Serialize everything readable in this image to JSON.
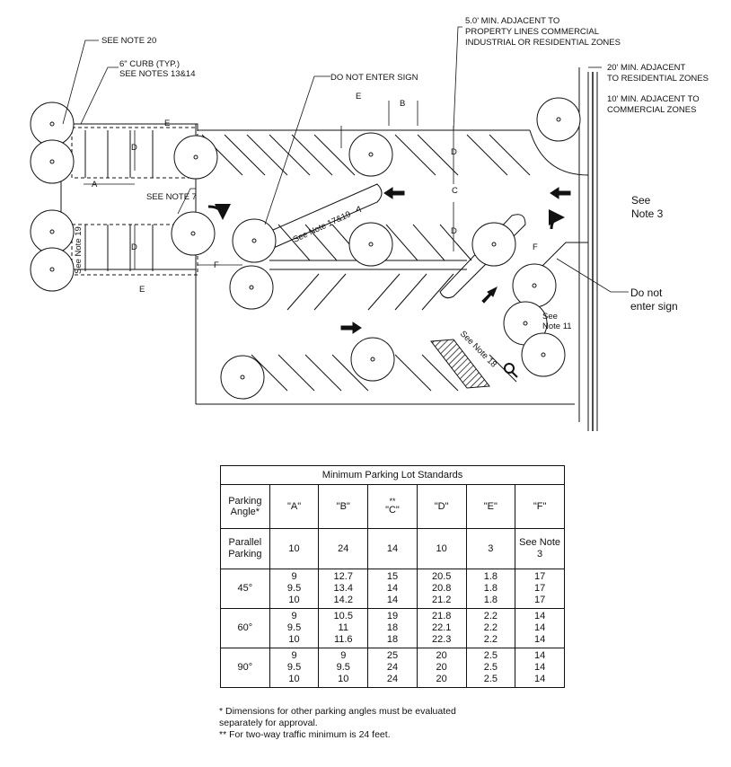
{
  "diagram": {
    "labels": {
      "see_note_20": "SEE NOTE 20",
      "curb_1": "6\" CURB (TYP.)",
      "curb_2": "SEE NOTES 13&14",
      "do_not_enter_sign_top": "DO NOT ENTER SIGN",
      "min_5_1": "5.0' MIN. ADJACENT TO",
      "min_5_2": "PROPERTY LINES COMMERCIAL",
      "min_5_3": "INDUSTRIAL OR RESIDENTIAL ZONES",
      "min_20_1": "20' MIN. ADJACENT",
      "min_20_2": "TO RESIDENTIAL ZONES",
      "min_10_1": "10' MIN. ADJACENT TO",
      "min_10_2": "COMMERCIAL ZONES",
      "see_note_3_a": "See",
      "see_note_3_b": "Note 3",
      "see_note_7": "SEE NOTE 7",
      "see_note_19": "See Note 19",
      "see_note_17_19": "See Note 17&19",
      "see_note_18": "See Note 18",
      "see_note_11_a": "See",
      "see_note_11_b": "Note 11",
      "do_not_enter_sign_right_1": "Do not",
      "do_not_enter_sign_right_2": "enter sign"
    },
    "dims": {
      "a": "A",
      "b": "B",
      "c": "C",
      "d": "D",
      "e": "E",
      "f": "F"
    }
  },
  "table": {
    "caption": "Minimum Parking Lot Standards",
    "header": {
      "angle": "Parking Angle*",
      "a": "\"A\"",
      "b": "\"B\"",
      "c_mark": "**",
      "c": "\"C\"",
      "d": "\"D\"",
      "e": "\"E\"",
      "f": "\"F\""
    },
    "rows": [
      {
        "angle": "Parallel Parking",
        "a": "10",
        "b": "24",
        "c": "14",
        "d": "10",
        "e": "3",
        "f": "See Note 3"
      },
      {
        "angle": "45°",
        "a": "9\n9.5\n10",
        "b": "12.7\n13.4\n14.2",
        "c": "15\n14\n14",
        "d": "20.5\n20.8\n21.2",
        "e": "1.8\n1.8\n1.8",
        "f": "17\n17\n17"
      },
      {
        "angle": "60°",
        "a": "9\n9.5\n10",
        "b": "10.5\n11\n11.6",
        "c": "19\n18\n18",
        "d": "21.8\n22.1\n22.3",
        "e": "2.2\n2.2\n2.2",
        "f": "14\n14\n14"
      },
      {
        "angle": "90°",
        "a": "9\n9.5\n10",
        "b": "9\n9.5\n10",
        "c": "25\n24\n24",
        "d": "20\n20\n20",
        "e": "2.5\n2.5\n2.5",
        "f": "14\n14\n14"
      }
    ]
  },
  "footnotes": {
    "note1_line1": "*  Dimensions for other parking angles must be evaluated",
    "note1_line2": "separately for approval.",
    "note2": "** For two-way traffic minimum is 24 feet."
  }
}
